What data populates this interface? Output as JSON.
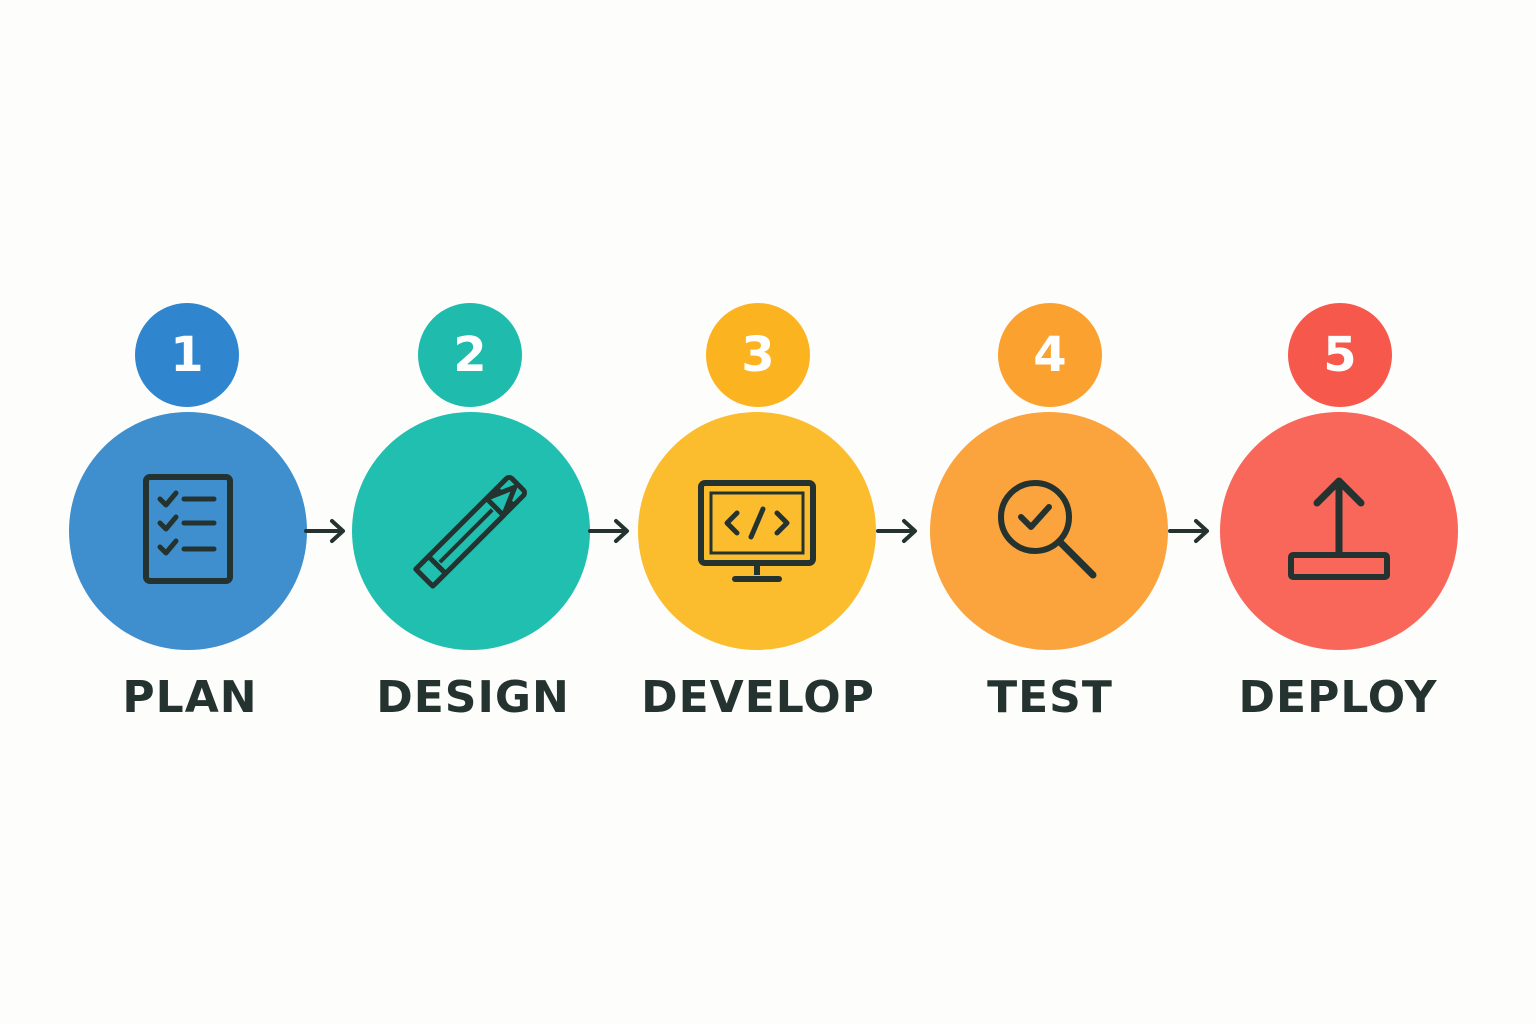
{
  "colors": {
    "blue": "#3f8fcf",
    "teal": "#20bfb0",
    "yellow": "#fbbd2e",
    "orange": "#fba33c",
    "red": "#f9665a",
    "dark": "#24332f"
  },
  "steps": [
    {
      "number": "1",
      "label": "PLAN",
      "icon": "checklist-icon",
      "color": "#3f8fcf",
      "number_color": "#2f86cf"
    },
    {
      "number": "2",
      "label": "DESIGN",
      "icon": "pencil-ruler-icon",
      "color": "#20bfb0",
      "number_color": "#1fbcae"
    },
    {
      "number": "3",
      "label": "DEVELOP",
      "icon": "code-monitor-icon",
      "color": "#fbbd2e",
      "number_color": "#fbb320"
    },
    {
      "number": "4",
      "label": "TEST",
      "icon": "magnifier-check-icon",
      "color": "#fba33c",
      "number_color": "#fba12f"
    },
    {
      "number": "5",
      "label": "DEPLOY",
      "icon": "upload-icon",
      "color": "#f9665a",
      "number_color": "#f6584c"
    }
  ]
}
